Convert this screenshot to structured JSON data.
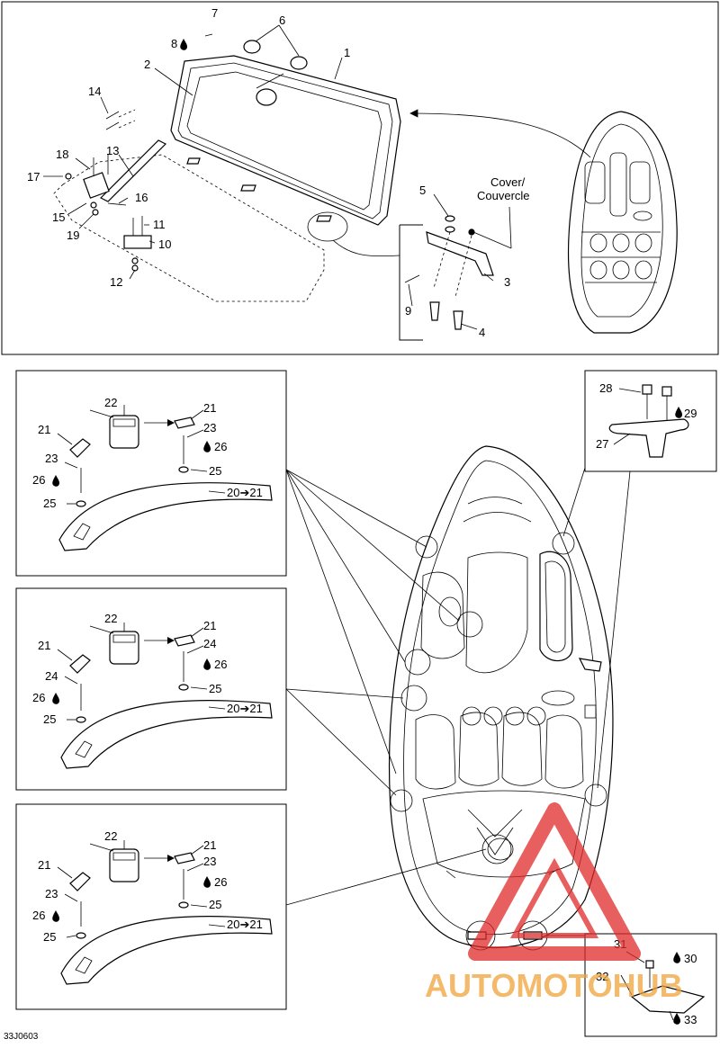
{
  "diagram": {
    "code": "33J0603",
    "cover_label_line1": "Cover/",
    "cover_label_line2": "Couvercle",
    "top_callouts": [
      "1",
      "2",
      "3",
      "4",
      "5",
      "6",
      "7",
      "8",
      "9",
      "10",
      "11",
      "12",
      "13",
      "14",
      "15",
      "16",
      "17",
      "18",
      "19"
    ],
    "inset_callouts": {
      "inset1": [
        "22",
        "21",
        "23",
        "26",
        "21",
        "23",
        "26",
        "25",
        "25",
        "20➔21"
      ],
      "inset2": [
        "22",
        "21",
        "24",
        "26",
        "21",
        "24",
        "26",
        "25",
        "25",
        "20➔21"
      ],
      "inset3": [
        "22",
        "21",
        "23",
        "26",
        "21",
        "23",
        "26",
        "25",
        "25",
        "20➔21"
      ],
      "cleat": [
        "28",
        "29",
        "27"
      ],
      "rear": [
        "31",
        "30",
        "32",
        "33"
      ]
    },
    "watermark": "AUTOMOTOHUB"
  },
  "colors": {
    "watermark_red": "#e02a2a",
    "watermark_orange": "#f0a33a",
    "line": "#000000"
  }
}
